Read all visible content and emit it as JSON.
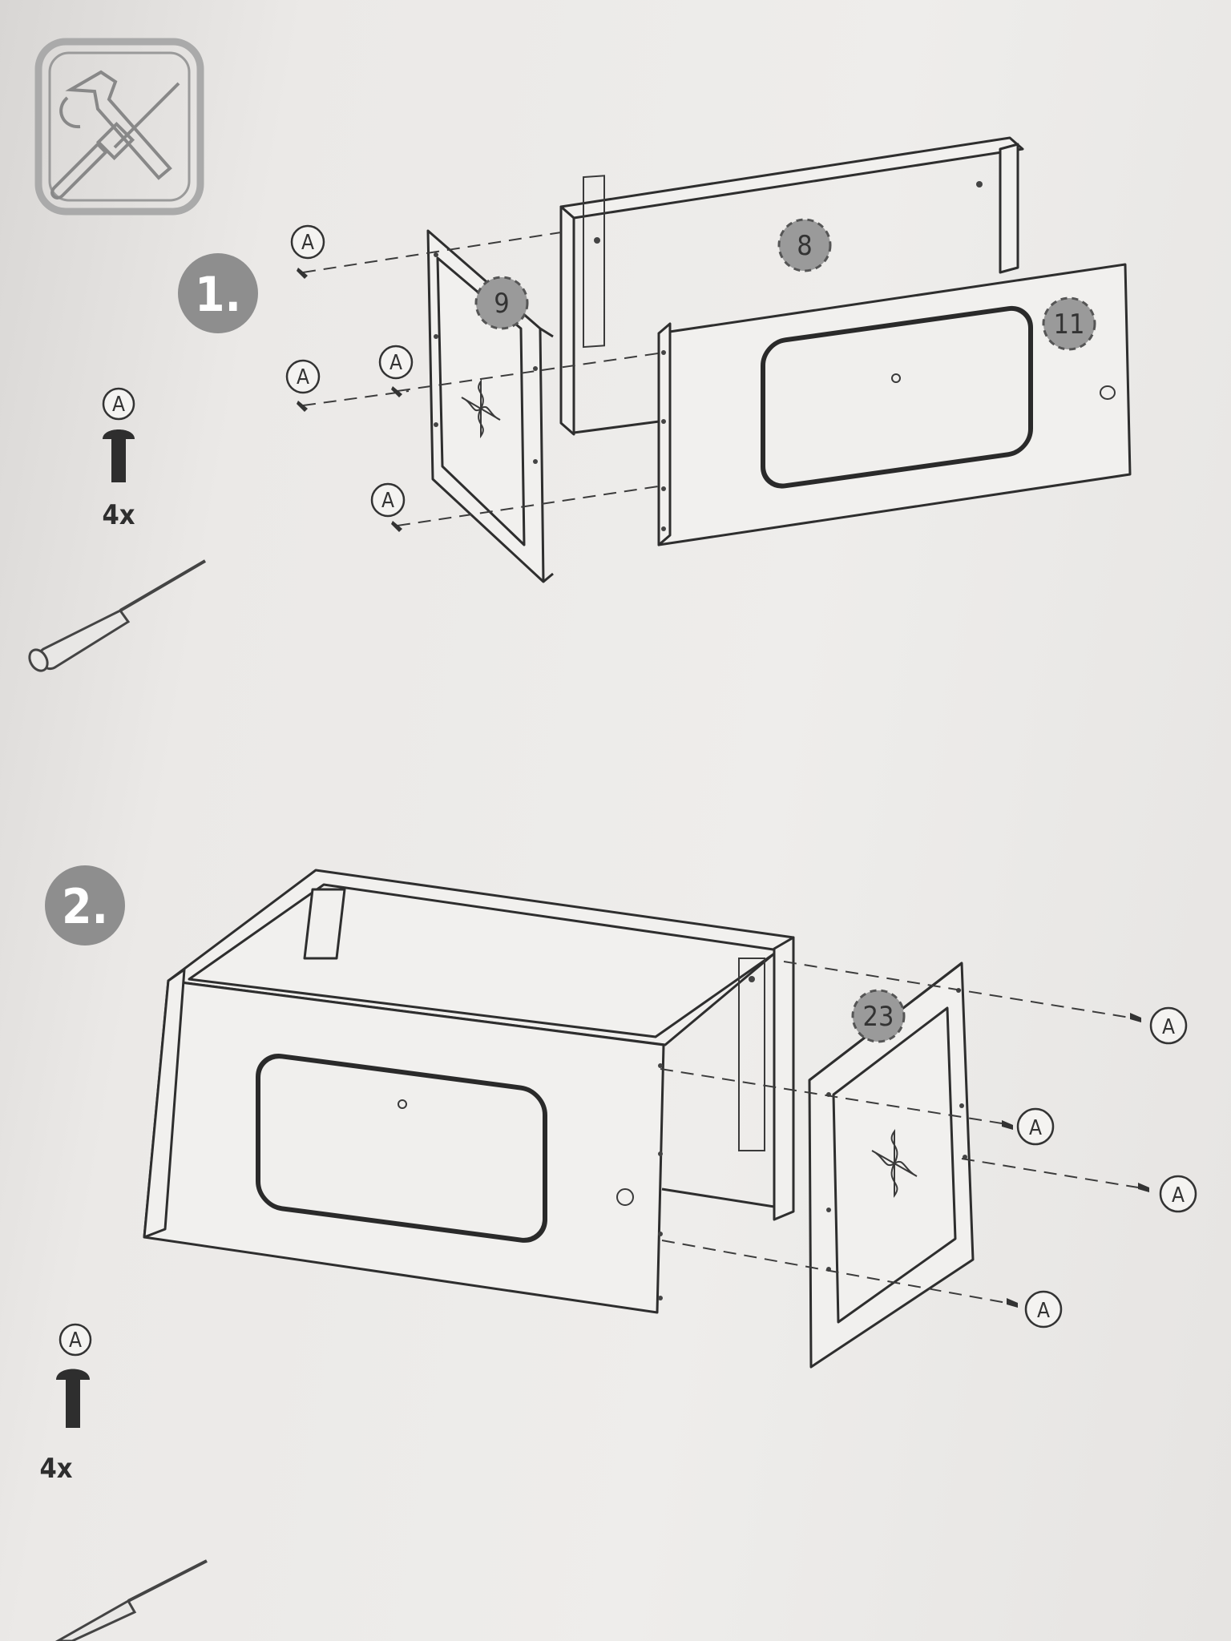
{
  "tools_icon": {
    "icon": "wrench-screwdriver-icon"
  },
  "step1": {
    "number": "1.",
    "part_labels": {
      "p8": "8",
      "p9": "9",
      "p11": "11"
    },
    "screw_label": "A",
    "legend": {
      "screw_label": "A",
      "count": "4x",
      "screw_icon": "screw-icon",
      "tool_icon": "screwdriver-icon"
    }
  },
  "step2": {
    "number": "2.",
    "part_labels": {
      "p23": "23"
    },
    "screw_label": "A",
    "legend": {
      "screw_label": "A",
      "count": "4x",
      "screw_icon": "screw-icon",
      "tool_icon": "screwdriver-icon"
    }
  }
}
